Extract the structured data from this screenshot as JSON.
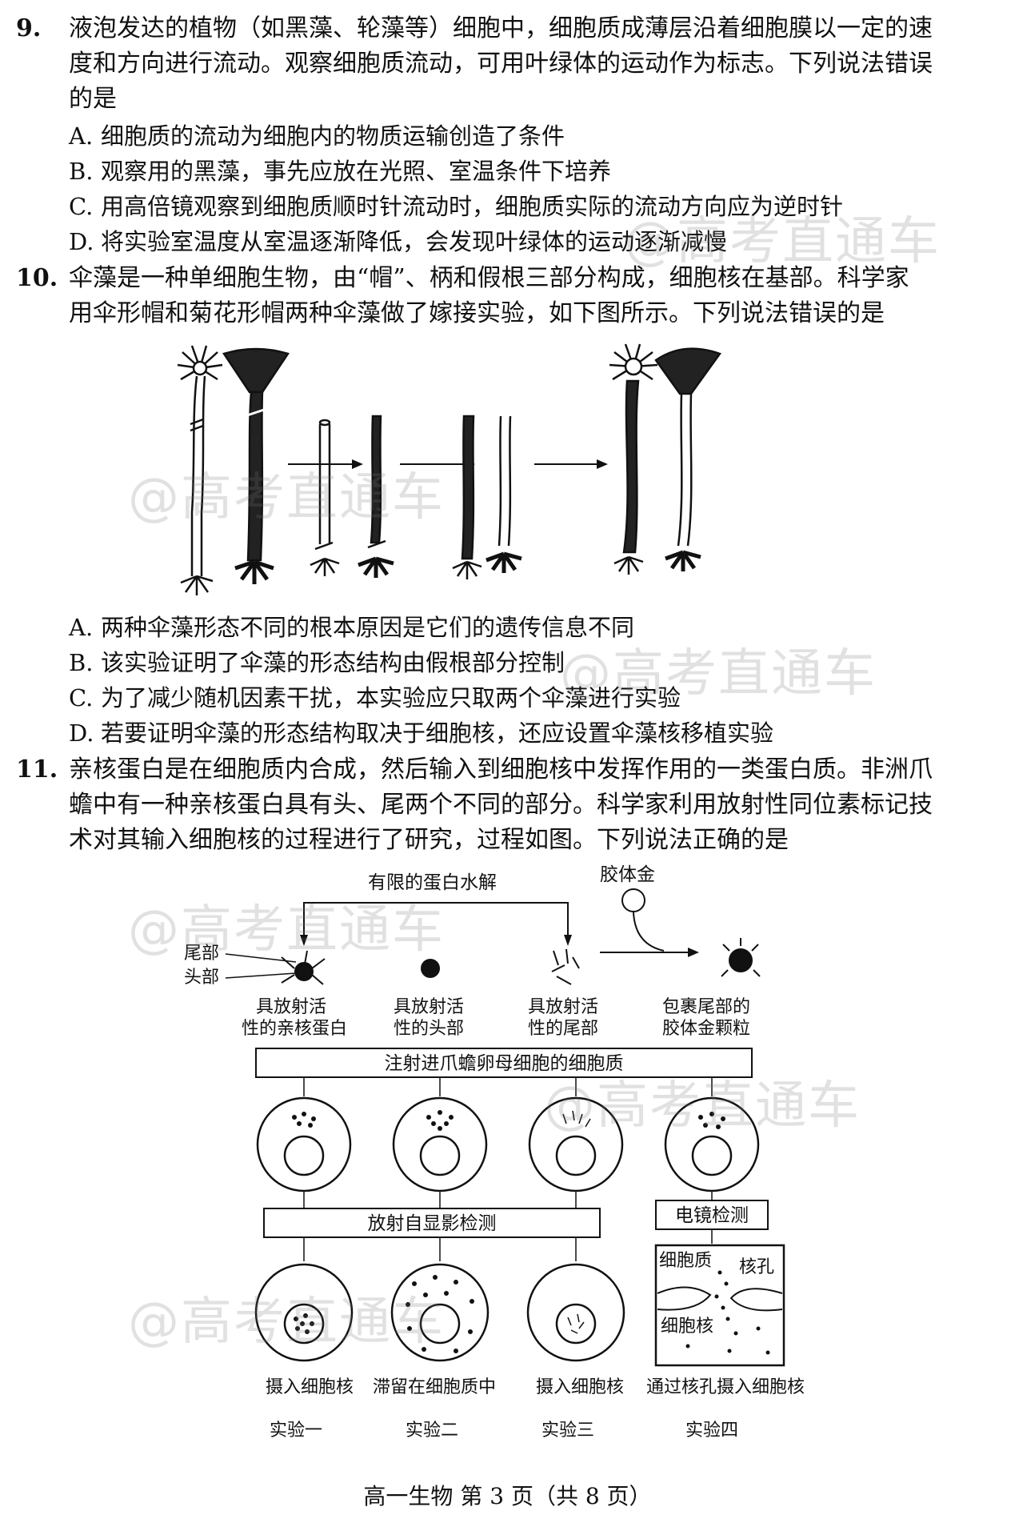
{
  "watermark": "@高考直通车",
  "q9": {
    "num": "9.",
    "stem_l1": "液泡发达的植物（如黑藻、轮藻等）细胞中，细胞质成薄层沿着细胞膜以一定的速",
    "stem_l2": "度和方向进行流动。观察细胞质流动，可用叶绿体的运动作为标志。下列说法错误",
    "stem_l3": "的是",
    "options": [
      {
        "letter": "A.",
        "text": "细胞质的流动为细胞内的物质运输创造了条件"
      },
      {
        "letter": "B.",
        "text": "观察用的黑藻，事先应放在光照、室温条件下培养"
      },
      {
        "letter": "C.",
        "text": "用高倍镜观察到细胞质顺时针流动时，细胞质实际的流动方向应为逆时针"
      },
      {
        "letter": "D.",
        "text": "将实验室温度从室温逐渐降低，会发现叶绿体的运动逐渐减慢"
      }
    ]
  },
  "q10": {
    "num": "10.",
    "stem_l1": "伞藻是一种单细胞生物，由“帽”、柄和假根三部分构成，细胞核在基部。科学家",
    "stem_l2": "用伞形帽和菊花形帽两种伞藻做了嫁接实验，如下图所示。下列说法错误的是",
    "options": [
      {
        "letter": "A.",
        "text": "两种伞藻形态不同的根本原因是它们的遗传信息不同"
      },
      {
        "letter": "B.",
        "text": "该实验证明了伞藻的形态结构由假根部分控制"
      },
      {
        "letter": "C.",
        "text": "为了减少随机因素干扰，本实验应只取两个伞藻进行实验"
      },
      {
        "letter": "D.",
        "text": "若要证明伞藻的形态结构取决于细胞核，还应设置伞藻核移植实验"
      }
    ]
  },
  "q11": {
    "num": "11.",
    "stem_l1": "亲核蛋白是在细胞质内合成，然后输入到细胞核中发挥作用的一类蛋白质。非洲爪",
    "stem_l2": "蟾中有一种亲核蛋白具有头、尾两个不同的部分。科学家利用放射性同位素标记技",
    "stem_l3": "术对其输入细胞核的过程进行了研究，过程如图。下列说法正确的是",
    "figure": {
      "limited_hydrolysis": "有限的蛋白水解",
      "colloidal_gold": "胶体金",
      "tail_label": "尾部",
      "head_label": "头部",
      "items": [
        {
          "l1": "具放射活",
          "l2": "性的亲核蛋白"
        },
        {
          "l1": "具放射活",
          "l2": "性的头部"
        },
        {
          "l1": "具放射活",
          "l2": "性的尾部"
        },
        {
          "l1": "包裹尾部的",
          "l2": "胶体金颗粒"
        }
      ],
      "inject_box": "注射进爪蟾卵母细胞的细胞质",
      "autoradiography_box": "放射自显影检测",
      "em_box": "电镜检测",
      "em_cytoplasm": "细胞质",
      "em_pore": "核孔",
      "em_nucleus": "细胞核",
      "results": [
        "摄入细胞核",
        "滞留在细胞质中",
        "摄入细胞核",
        "通过核孔摄入细胞核"
      ],
      "experiments": [
        "实验一",
        "实验二",
        "实验三",
        "实验四"
      ]
    }
  },
  "footer": "高一生物 第 3 页（共 8 页）"
}
